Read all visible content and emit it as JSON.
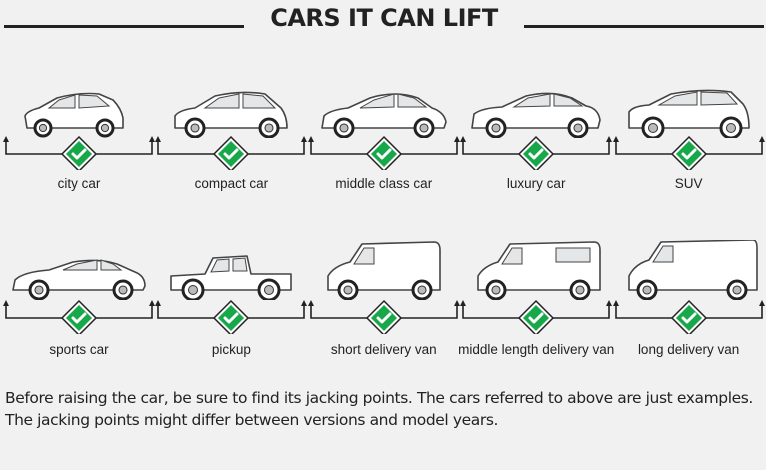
{
  "title": "CARS IT CAN LIFT",
  "rows": [
    [
      {
        "label": "city car",
        "shape": "hatch-small"
      },
      {
        "label": "compact car",
        "shape": "hatch"
      },
      {
        "label": "middle class car",
        "shape": "sedan"
      },
      {
        "label": "luxury car",
        "shape": "sedan-long"
      },
      {
        "label": "SUV",
        "shape": "suv"
      }
    ],
    [
      {
        "label": "sports car",
        "shape": "coupe"
      },
      {
        "label": "pickup",
        "shape": "pickup"
      },
      {
        "label": "short delivery van",
        "shape": "van-short"
      },
      {
        "label": "middle length delivery van",
        "shape": "van-mid"
      },
      {
        "label": "long delivery van",
        "shape": "van-long"
      }
    ]
  ],
  "note": {
    "line1": "Before raising the car, be sure to find its jacking points. The cars referred to above are just examples.",
    "line2": "The jacking points might differ between versions and model years."
  },
  "colors": {
    "check": "#17a84a",
    "line": "#222222",
    "car_body": "#ffffff",
    "car_stroke": "#444444"
  }
}
